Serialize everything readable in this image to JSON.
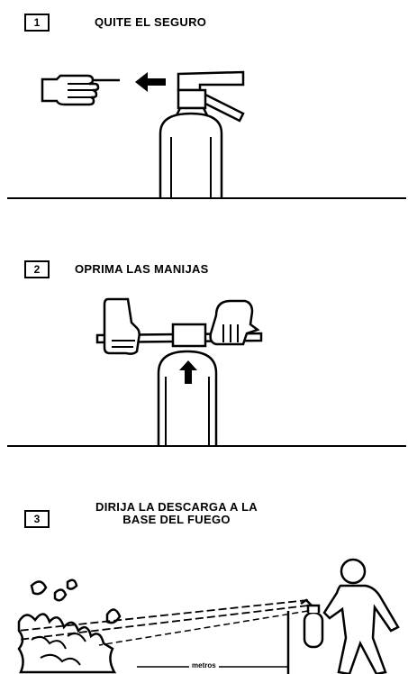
{
  "steps": [
    {
      "number": "1",
      "title": "QUITE EL SEGURO"
    },
    {
      "number": "2",
      "title": "OPRIMA LAS MANIJAS"
    },
    {
      "number": "3",
      "title_line1": "DIRIJA LA DESCARGA A LA",
      "title_line2": "BASE DEL FUEGO"
    }
  ],
  "distance_label": "metros",
  "icons": [
    "hand-pulling-pin-icon",
    "arrow-left-icon",
    "fire-extinguisher-icon",
    "hands-squeezing-handles-icon",
    "arrow-up-icon",
    "fire-flames-icon",
    "person-holding-extinguisher-icon"
  ]
}
